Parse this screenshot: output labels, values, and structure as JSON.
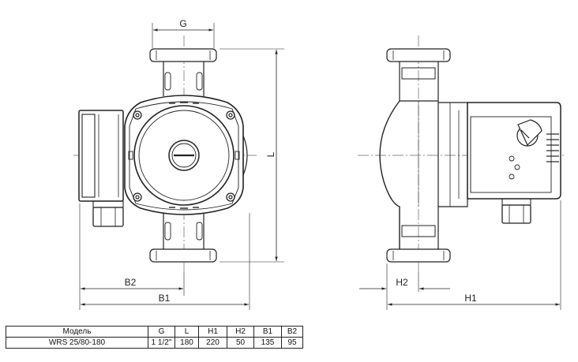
{
  "dimensions": {
    "g": "G",
    "l": "L",
    "b1": "B1",
    "b2": "B2",
    "h1": "H1",
    "h2": "H2"
  },
  "spec_table": {
    "headers": [
      "Модель",
      "G",
      "L",
      "H1",
      "H2",
      "B1",
      "B2"
    ],
    "rows": [
      [
        "WRS 25/80-180",
        "1 1/2\"",
        "180",
        "220",
        "50",
        "135",
        "95"
      ]
    ]
  }
}
